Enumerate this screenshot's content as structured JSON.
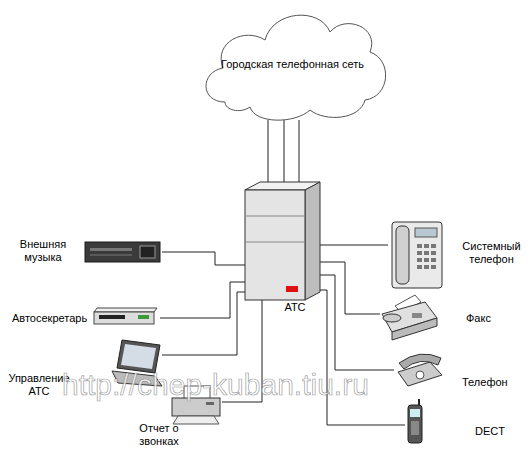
{
  "diagram": {
    "nodes": [
      {
        "text": [
          "Городская телефонная сеть"
        ]
      },
      {
        "text": [
          "АТС"
        ]
      },
      {
        "text": [
          "Внешняя музыка"
        ]
      },
      {
        "text": [
          "Автосекретарь"
        ]
      },
      {
        "text": [
          "Управление АТС"
        ]
      },
      {
        "text": [
          "Отчет о звонках"
        ]
      },
      {
        "text": [
          "Системный телефон"
        ]
      },
      {
        "text": [
          "Факс"
        ]
      },
      {
        "text": [
          "Телефон"
        ]
      },
      {
        "text": [
          "DECT"
        ]
      }
    ],
    "edges": [
      {
        "from": 0,
        "to": 1,
        "arrow": "none"
      },
      {
        "from": 0,
        "to": 1,
        "arrow": "none"
      },
      {
        "from": 0,
        "to": 1,
        "arrow": "none"
      },
      {
        "from": 1,
        "to": 2,
        "arrow": "none"
      },
      {
        "from": 1,
        "to": 3,
        "arrow": "none"
      },
      {
        "from": 1,
        "to": 4,
        "arrow": "none"
      },
      {
        "from": 1,
        "to": 5,
        "arrow": "none"
      },
      {
        "from": 1,
        "to": 6,
        "arrow": "none"
      },
      {
        "from": 1,
        "to": 7,
        "arrow": "none"
      },
      {
        "from": 1,
        "to": 8,
        "arrow": "none"
      },
      {
        "from": 1,
        "to": 9,
        "arrow": "none"
      }
    ],
    "labels": [
      "http://chep-kuban.tiu.ru"
    ]
  }
}
